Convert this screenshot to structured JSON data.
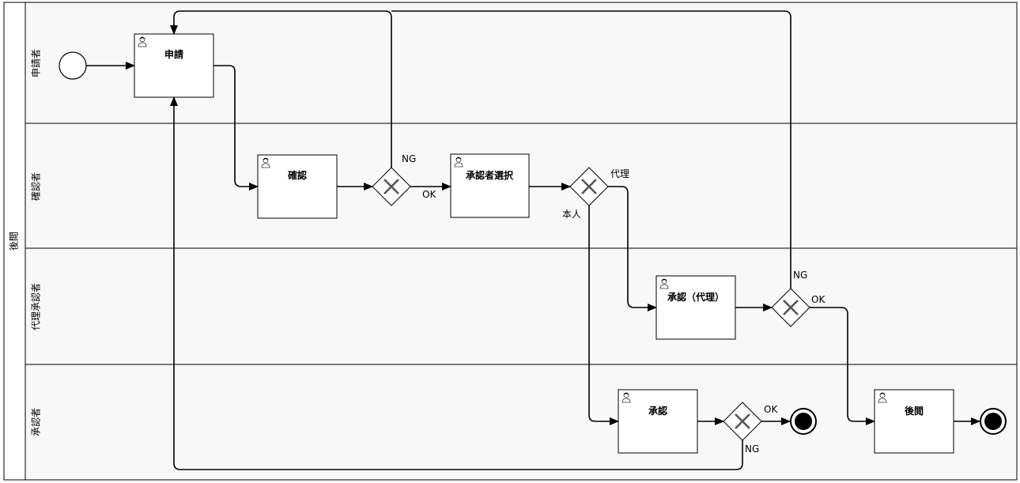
{
  "pool": {
    "title": "後閲"
  },
  "lanes": [
    {
      "id": "applicant",
      "title": "申請者"
    },
    {
      "id": "checker",
      "title": "確認者"
    },
    {
      "id": "proxy",
      "title": "代理承認者"
    },
    {
      "id": "approver",
      "title": "承認者"
    }
  ],
  "tasks": [
    {
      "id": "apply",
      "label": "申請"
    },
    {
      "id": "check",
      "label": "確認"
    },
    {
      "id": "select",
      "label": "承認者選択"
    },
    {
      "id": "proxy_approve",
      "label": "承認（代理）"
    },
    {
      "id": "approve",
      "label": "承認"
    },
    {
      "id": "review",
      "label": "後閲"
    }
  ],
  "edge_labels": {
    "g1_ng": "NG",
    "g1_ok": "OK",
    "g2_proxy": "代理",
    "g2_self": "本人",
    "g3_ng": "NG",
    "g3_ok": "OK",
    "g4_ok": "OK",
    "g4_ng": "NG"
  },
  "colors": {
    "lane_fill": "#f8f8f8",
    "stroke": "#000000",
    "end_fill": "#000000"
  }
}
